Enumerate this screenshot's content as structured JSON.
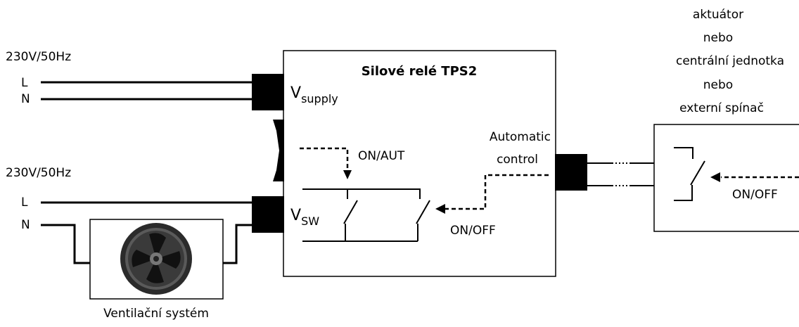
{
  "supply_top": {
    "voltage": "230V/50Hz",
    "line": "L",
    "neutral": "N"
  },
  "supply_bottom": {
    "voltage": "230V/50Hz",
    "line": "L",
    "neutral": "N"
  },
  "relay": {
    "title": "Silové relé TPS2",
    "vsupply_main": "V",
    "vsupply_sub": "supply",
    "vsw_main": "V",
    "vsw_sub": "SW",
    "on_aut": "ON/AUT",
    "on_off": "ON/OFF",
    "automatic_line1": "Automatic",
    "automatic_line2": "control"
  },
  "fan": {
    "label": "Ventilační systém"
  },
  "actuator": {
    "label_lines": [
      "aktuátor",
      "nebo",
      "centrální jednotka",
      "nebo",
      "externí spínač"
    ],
    "on_off": "ON/OFF"
  }
}
